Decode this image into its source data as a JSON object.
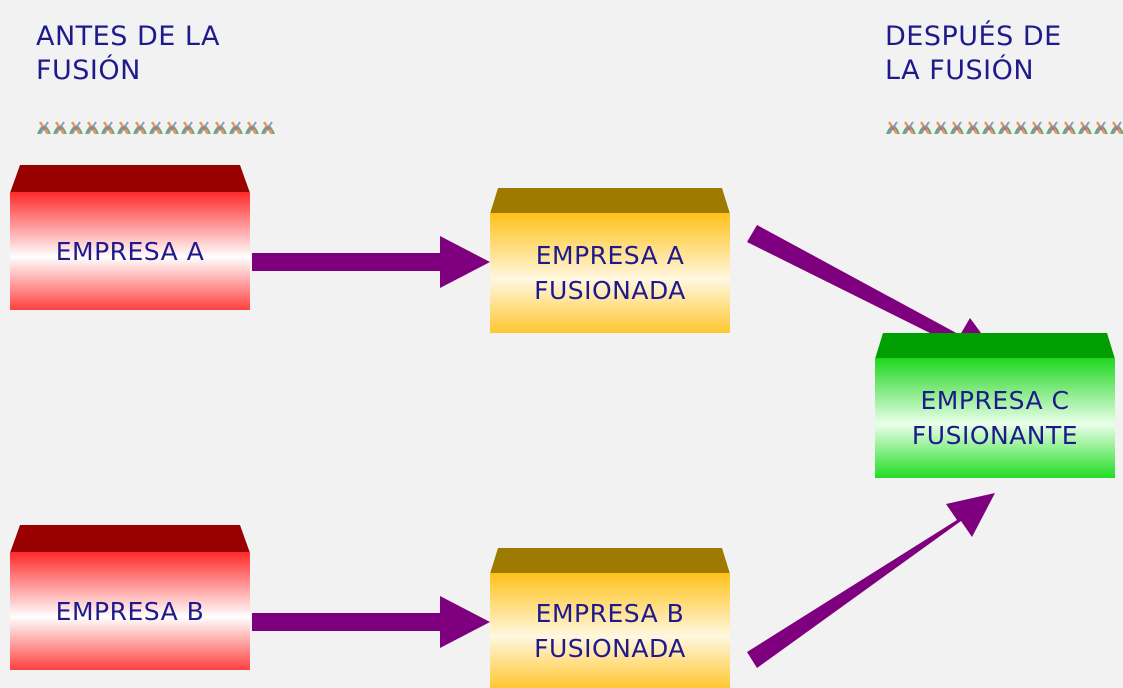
{
  "headings": {
    "before": [
      "ANTES DE LA",
      "FUSIÓN"
    ],
    "after": [
      "DESPUÉS DE",
      "LA FUSIÓN"
    ]
  },
  "boxes": {
    "empresa_a": {
      "lines": [
        "EMPRESA A"
      ]
    },
    "empresa_b": {
      "lines": [
        "EMPRESA B"
      ]
    },
    "empresa_a_fusionada": {
      "lines": [
        "EMPRESA A",
        "FUSIONADA"
      ]
    },
    "empresa_b_fusionada": {
      "lines": [
        "EMPRESA B",
        "FUSIONADA"
      ]
    },
    "empresa_c_fusionante": {
      "lines": [
        "EMPRESA C",
        "FUSIONANTE"
      ]
    }
  },
  "colors": {
    "text": "#1f1a8c",
    "arrow": "#7f007f",
    "red_top": "#990000",
    "yellow_top": "#9e7a00",
    "green_top": "#009e00",
    "background": "#f2f2f2"
  }
}
